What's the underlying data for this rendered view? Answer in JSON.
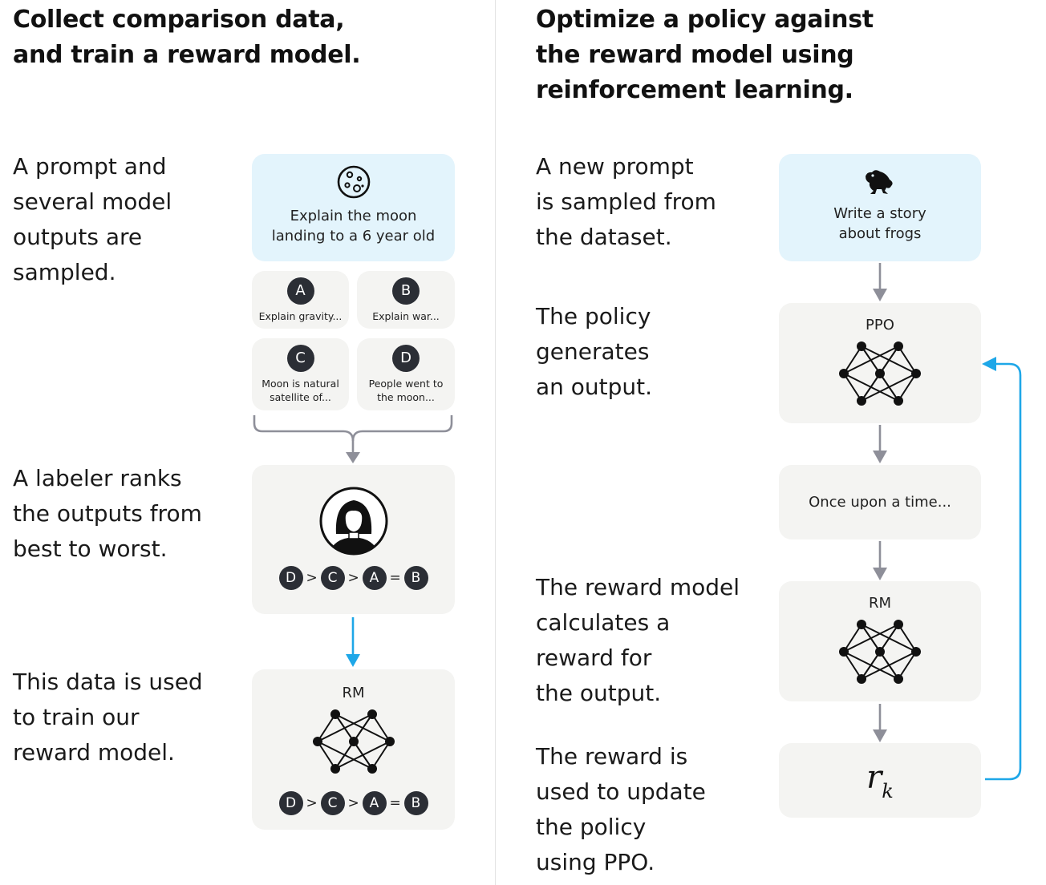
{
  "left": {
    "title_lines": [
      "Collect comparison data,",
      "and train a reward model."
    ],
    "step1_lines": [
      "A prompt and",
      "several model",
      "outputs are",
      "sampled."
    ],
    "step2_lines": [
      "A labeler ranks",
      "the outputs from",
      "best to worst."
    ],
    "step3_lines": [
      "This data is used",
      "to train our",
      "reward model."
    ],
    "prompt_lines": [
      "Explain the moon",
      "landing to a 6 year old"
    ],
    "options": [
      {
        "letter": "A",
        "lines": [
          "Explain gravity..."
        ]
      },
      {
        "letter": "B",
        "lines": [
          "Explain war..."
        ]
      },
      {
        "letter": "C",
        "lines": [
          "Moon is natural",
          "satellite of..."
        ]
      },
      {
        "letter": "D",
        "lines": [
          "People went to",
          "the moon..."
        ]
      }
    ],
    "ranking": {
      "items": [
        "D",
        "C",
        "A",
        "B"
      ],
      "ops": [
        ">",
        ">",
        "="
      ]
    },
    "rm_label": "RM"
  },
  "right": {
    "title_lines": [
      "Optimize a policy against",
      "the reward model using",
      "reinforcement learning."
    ],
    "step1_lines": [
      "A new prompt",
      "is sampled from",
      "the dataset."
    ],
    "step2_lines": [
      "The policy",
      "generates",
      "an output."
    ],
    "step3_lines": [
      "The reward model",
      "calculates a",
      "reward for",
      "the output."
    ],
    "step4_lines": [
      "The reward is",
      "used to update",
      "the policy",
      "using PPO."
    ],
    "prompt_lines": [
      "Write a story",
      "about frogs"
    ],
    "ppo_label": "PPO",
    "output_text": "Once upon a time...",
    "rm_label": "RM",
    "reward_symbol": "r",
    "reward_subscript": "k"
  },
  "colors": {
    "accent_blue": "#1ea7e8",
    "gray_arrow": "#8e8f99",
    "box_gray": "#f4f4f2",
    "box_blue": "#e3f4fc",
    "badge": "#2b2e35"
  },
  "icons": [
    "moon-icon",
    "frog-icon",
    "person-avatar-icon",
    "neural-network-icon"
  ]
}
